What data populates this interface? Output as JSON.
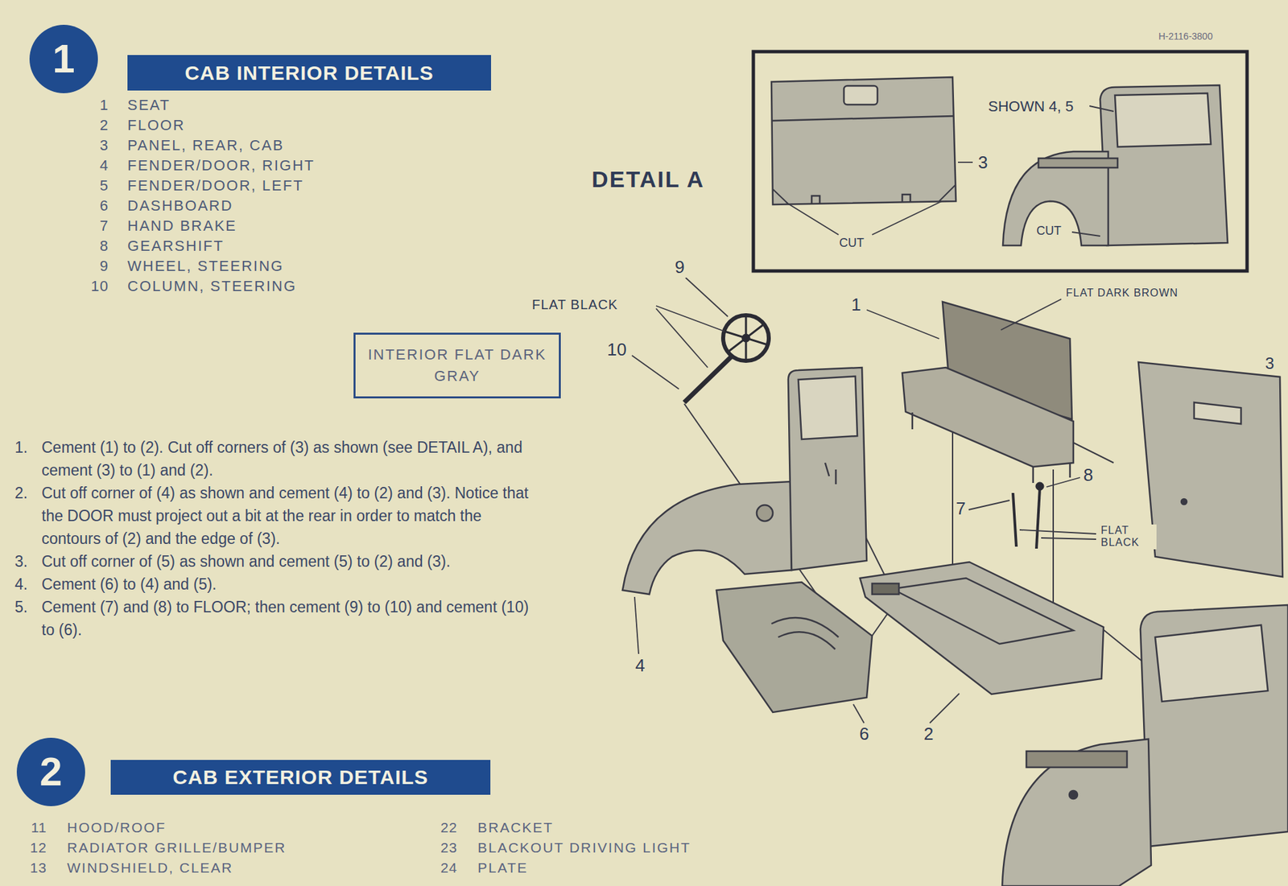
{
  "diagram": {
    "nodes": [
      {
        "text": [
          "1"
        ]
      },
      {
        "text": [
          "CAB INTERIOR DETAILS"
        ]
      },
      {
        "text": [
          "INTERIOR FLAT DARK GRAY"
        ]
      },
      {
        "text": [
          "2"
        ]
      },
      {
        "text": [
          "CAB EXTERIOR DETAILS"
        ]
      }
    ],
    "labels": [
      "H-2116-3800",
      "1",
      "SEAT",
      "2",
      "FLOOR",
      "3",
      "PANEL, REAR, CAB",
      "4",
      "FENDER/DOOR, RIGHT",
      "5",
      "FENDER/DOOR, LEFT",
      "6",
      "DASHBOARD",
      "7",
      "HAND BRAKE",
      "8",
      "GEARSHIFT",
      "9",
      "WHEEL, STEERING",
      "10",
      "COLUMN, STEERING",
      "1.",
      "Cement (1) to (2). Cut off corners of (3) as shown (see DETAIL A), and cement (3) to (1) and (2).",
      "2.",
      "Cut off corner of (4) as shown and cement (4) to (2) and (3). Notice that the DOOR must project out a bit at the rear in order to match the contours of (2) and the edge of (3).",
      "3.",
      "Cut off corner of (5) as shown and cement (5) to (2) and (3).",
      "4.",
      "Cement (6) to (4) and (5).",
      "5.",
      "Cement (7) and (8) to FLOOR; then cement (9) to (10) and cement (10) to (6).",
      "DETAIL A",
      "SHOWN 4, 5",
      "3",
      "CUT",
      "CUT",
      "9",
      "FLAT BLACK",
      "10",
      "1",
      "FLAT DARK BROWN",
      "3",
      "7",
      "8",
      "FLAT BLACK",
      "4",
      "6",
      "2",
      "11",
      "HOOD/ROOF",
      "12",
      "RADIATOR GRILLE/BUMPER",
      "13",
      "WINDSHIELD, CLEAR",
      "22",
      "BRACKET",
      "23",
      "BLACKOUT DRIVING LIGHT",
      "24",
      "PLATE"
    ]
  }
}
